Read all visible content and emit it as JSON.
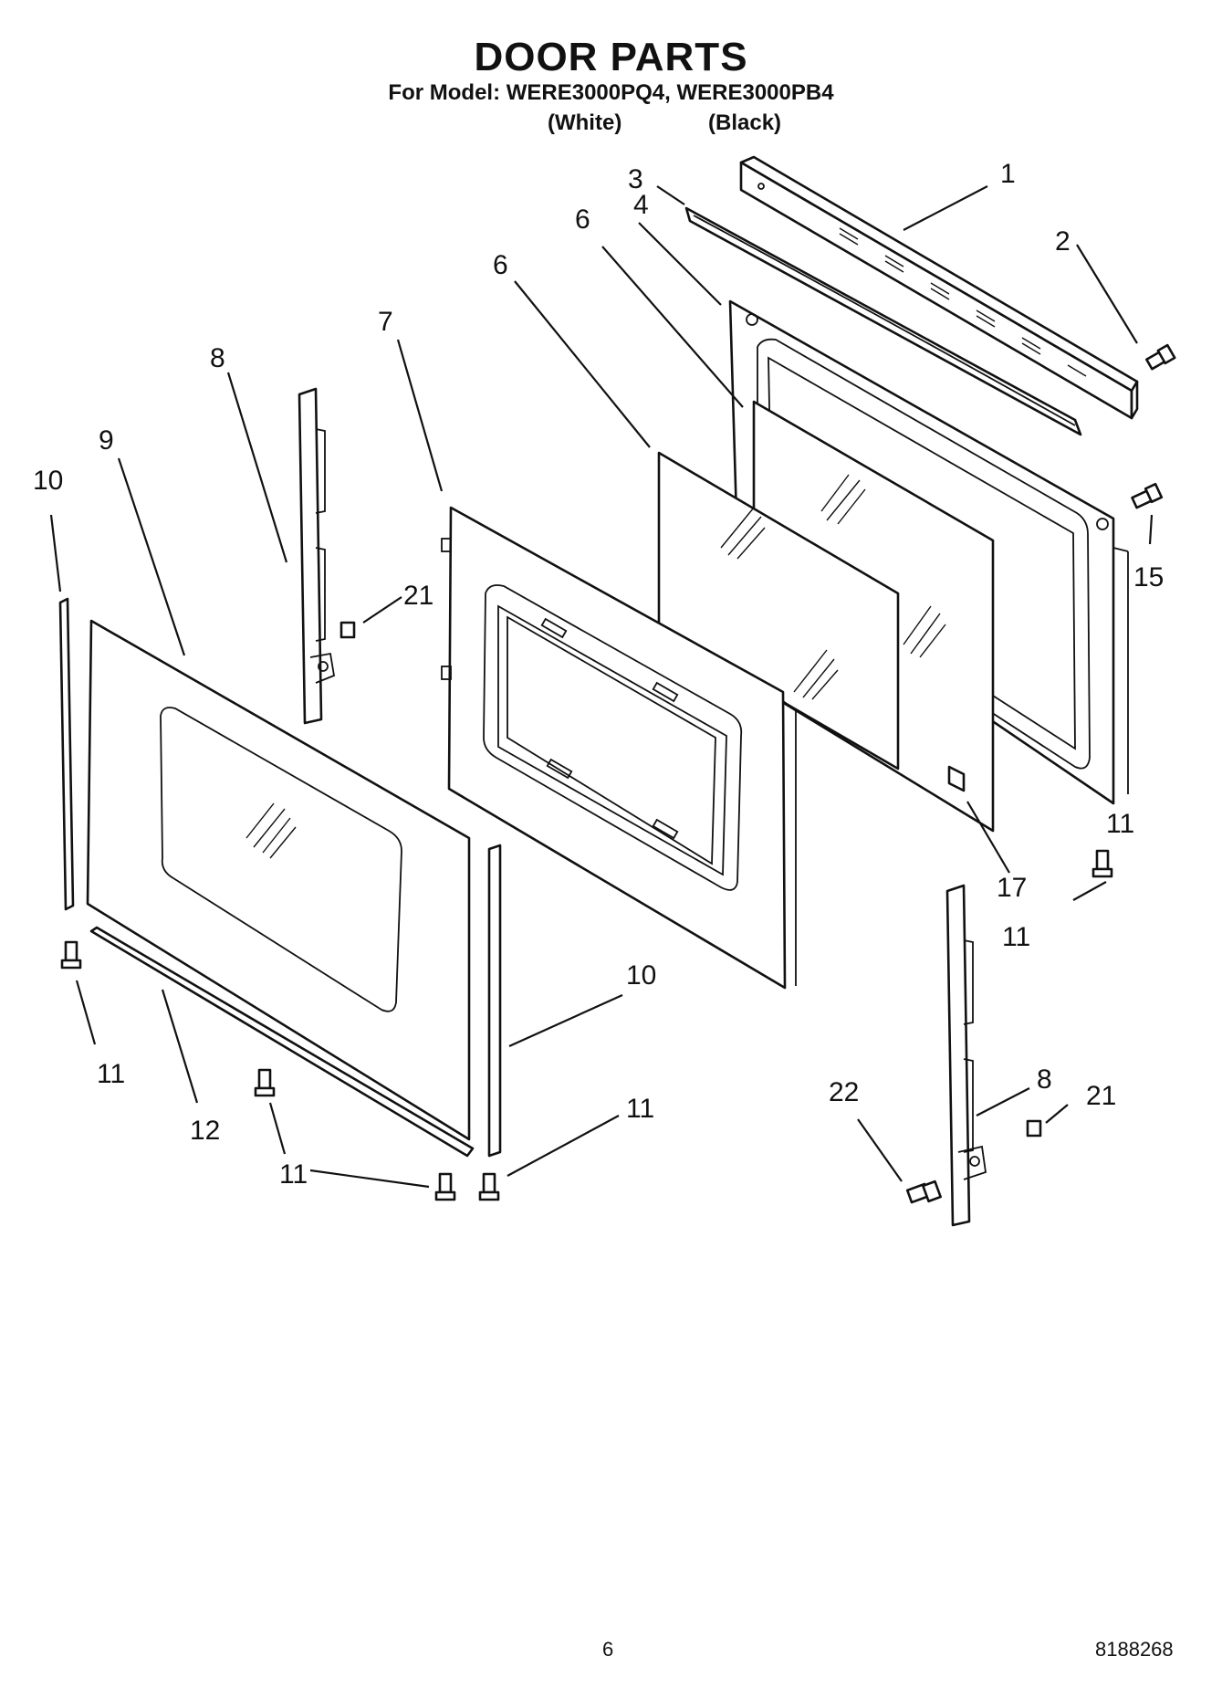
{
  "header": {
    "title": "DOOR PARTS",
    "model_line": "For Model: WERE3000PQ4, WERE3000PB4",
    "variants": [
      "(White)",
      "(Black)"
    ]
  },
  "callouts": [
    "1",
    "2",
    "3",
    "4",
    "6",
    "6",
    "7",
    "8",
    "9",
    "10",
    "21",
    "15",
    "17",
    "11",
    "11",
    "10",
    "11",
    "12",
    "11",
    "22",
    "8",
    "21",
    "11"
  ],
  "footer": {
    "page_number": "6",
    "document_number": "8188268"
  }
}
